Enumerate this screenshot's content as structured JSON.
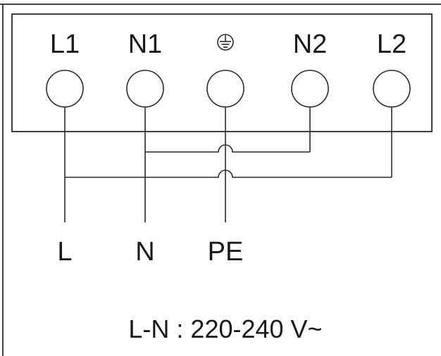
{
  "terminal_block": {
    "terminals": [
      {
        "id": "l1",
        "label": "L1"
      },
      {
        "id": "n1",
        "label": "N1"
      },
      {
        "id": "pe",
        "label": "",
        "icon": "ground-icon"
      },
      {
        "id": "n2",
        "label": "N2"
      },
      {
        "id": "l2",
        "label": "L2"
      }
    ]
  },
  "wires": {
    "live": "L",
    "neutral": "N",
    "earth": "PE"
  },
  "spec": {
    "voltage": "L-N : 220-240 V~"
  }
}
